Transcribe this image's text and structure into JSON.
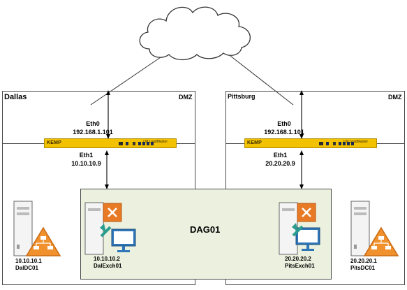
{
  "sites": {
    "dallas": {
      "name": "Dallas",
      "zone": "DMZ",
      "eth0_label": "Eth0",
      "eth0_ip": "192.168.1.101",
      "eth1_label": "Eth1",
      "eth1_ip": "10.10.10.9",
      "exch_ip": "10.10.10.2",
      "exch_name": "DalExch01",
      "dc_ip": "10.10.10.1",
      "dc_name": "DalDC01"
    },
    "pittsburg": {
      "name": "Pittsburg",
      "zone": "DMZ",
      "eth0_label": "Eth0",
      "eth0_ip": "192.168.1.101",
      "eth1_label": "Eth1",
      "eth1_ip": "20.20.20.9",
      "exch_ip": "20.20.20.2",
      "exch_name": "PitsExch01",
      "dc_ip": "20.20.20.1",
      "dc_name": "PitsDC01"
    }
  },
  "dag": {
    "label": "DAG01"
  },
  "appliance": {
    "brand": "KEMP",
    "model": "LM LoadMaster"
  },
  "colors": {
    "dag_fill": "#ebf1de",
    "appliance": "#f2c200",
    "exchange_orange": "#e97a25",
    "monitor_blue": "#2f76b8",
    "dc_orange": "#f0912e",
    "arrow_teal": "#2a9d8f"
  },
  "icons": {
    "cloud": "cloud-icon",
    "load_balancer": "load-balancer-icon",
    "server": "server-tower-icon",
    "exchange": "exchange-server-icon",
    "domain_controller": "network-warning-icon"
  }
}
